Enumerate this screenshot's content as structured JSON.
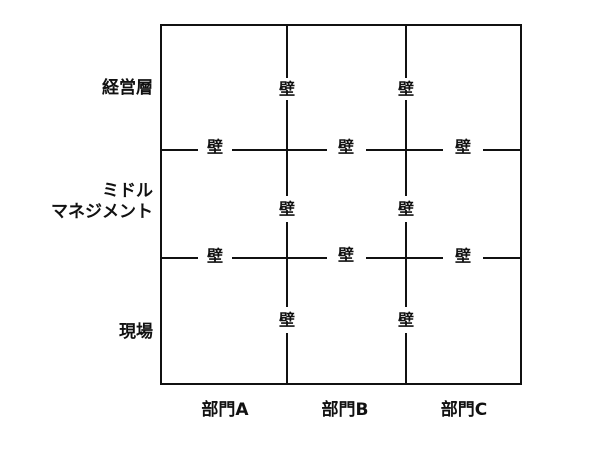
{
  "rows": [
    {
      "label_lines": [
        "経営層"
      ]
    },
    {
      "label_lines": [
        "ミドル",
        "マネジメント"
      ]
    },
    {
      "label_lines": [
        "現場"
      ]
    }
  ],
  "columns": [
    "部門A",
    "部門B",
    "部門C"
  ],
  "wall_label": "壁",
  "colors": {
    "line": "#111111",
    "background": "#ffffff"
  }
}
